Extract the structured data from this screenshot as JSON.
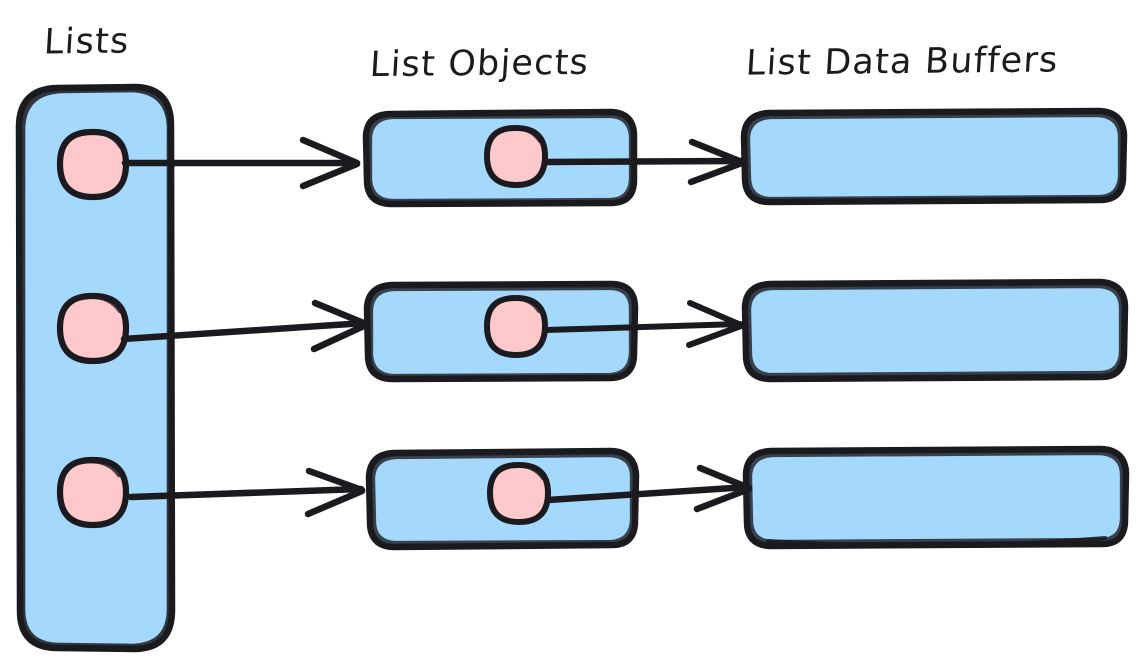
{
  "diagram": {
    "style": "hand-drawn-sketch",
    "background_color": "#ffffff",
    "stroke_color": "#1b1b1f",
    "fill_blue": "#a5d8fd",
    "fill_pink": "#ffc9cb",
    "columns": [
      {
        "id": "lists",
        "title": "Lists"
      },
      {
        "id": "list-objects",
        "title": "List Objects"
      },
      {
        "id": "list-data-buffers",
        "title": "List Data Buffers"
      }
    ],
    "rows": [
      {
        "index": 1
      },
      {
        "index": 2
      },
      {
        "index": 3
      }
    ],
    "lists_container": {
      "shape": "rounded-rectangle",
      "fill": "#a5d8fd",
      "pointer_count": 3
    },
    "list_objects": [
      {
        "index": 1,
        "shape": "rounded-rectangle",
        "fill": "#a5d8fd",
        "pointer_fill": "#ffc9cb"
      },
      {
        "index": 2,
        "shape": "rounded-rectangle",
        "fill": "#a5d8fd",
        "pointer_fill": "#ffc9cb"
      },
      {
        "index": 3,
        "shape": "rounded-rectangle",
        "fill": "#a5d8fd",
        "pointer_fill": "#ffc9cb"
      }
    ],
    "list_data_buffers": [
      {
        "index": 1,
        "shape": "rounded-rectangle",
        "fill": "#a5d8fd"
      },
      {
        "index": 2,
        "shape": "rounded-rectangle",
        "fill": "#a5d8fd"
      },
      {
        "index": 3,
        "shape": "rounded-rectangle",
        "fill": "#a5d8fd"
      }
    ],
    "arrows": [
      {
        "id": "list-to-object-1",
        "from": "lists.pointer.1",
        "to": "list-object.1"
      },
      {
        "id": "list-to-object-2",
        "from": "lists.pointer.2",
        "to": "list-object.2"
      },
      {
        "id": "list-to-object-3",
        "from": "lists.pointer.3",
        "to": "list-object.3"
      },
      {
        "id": "object-to-buffer-1",
        "from": "list-object.1.pointer",
        "to": "list-data-buffer.1"
      },
      {
        "id": "object-to-buffer-2",
        "from": "list-object.2.pointer",
        "to": "list-data-buffer.2"
      },
      {
        "id": "object-to-buffer-3",
        "from": "list-object.3.pointer",
        "to": "list-data-buffer.3"
      }
    ]
  }
}
